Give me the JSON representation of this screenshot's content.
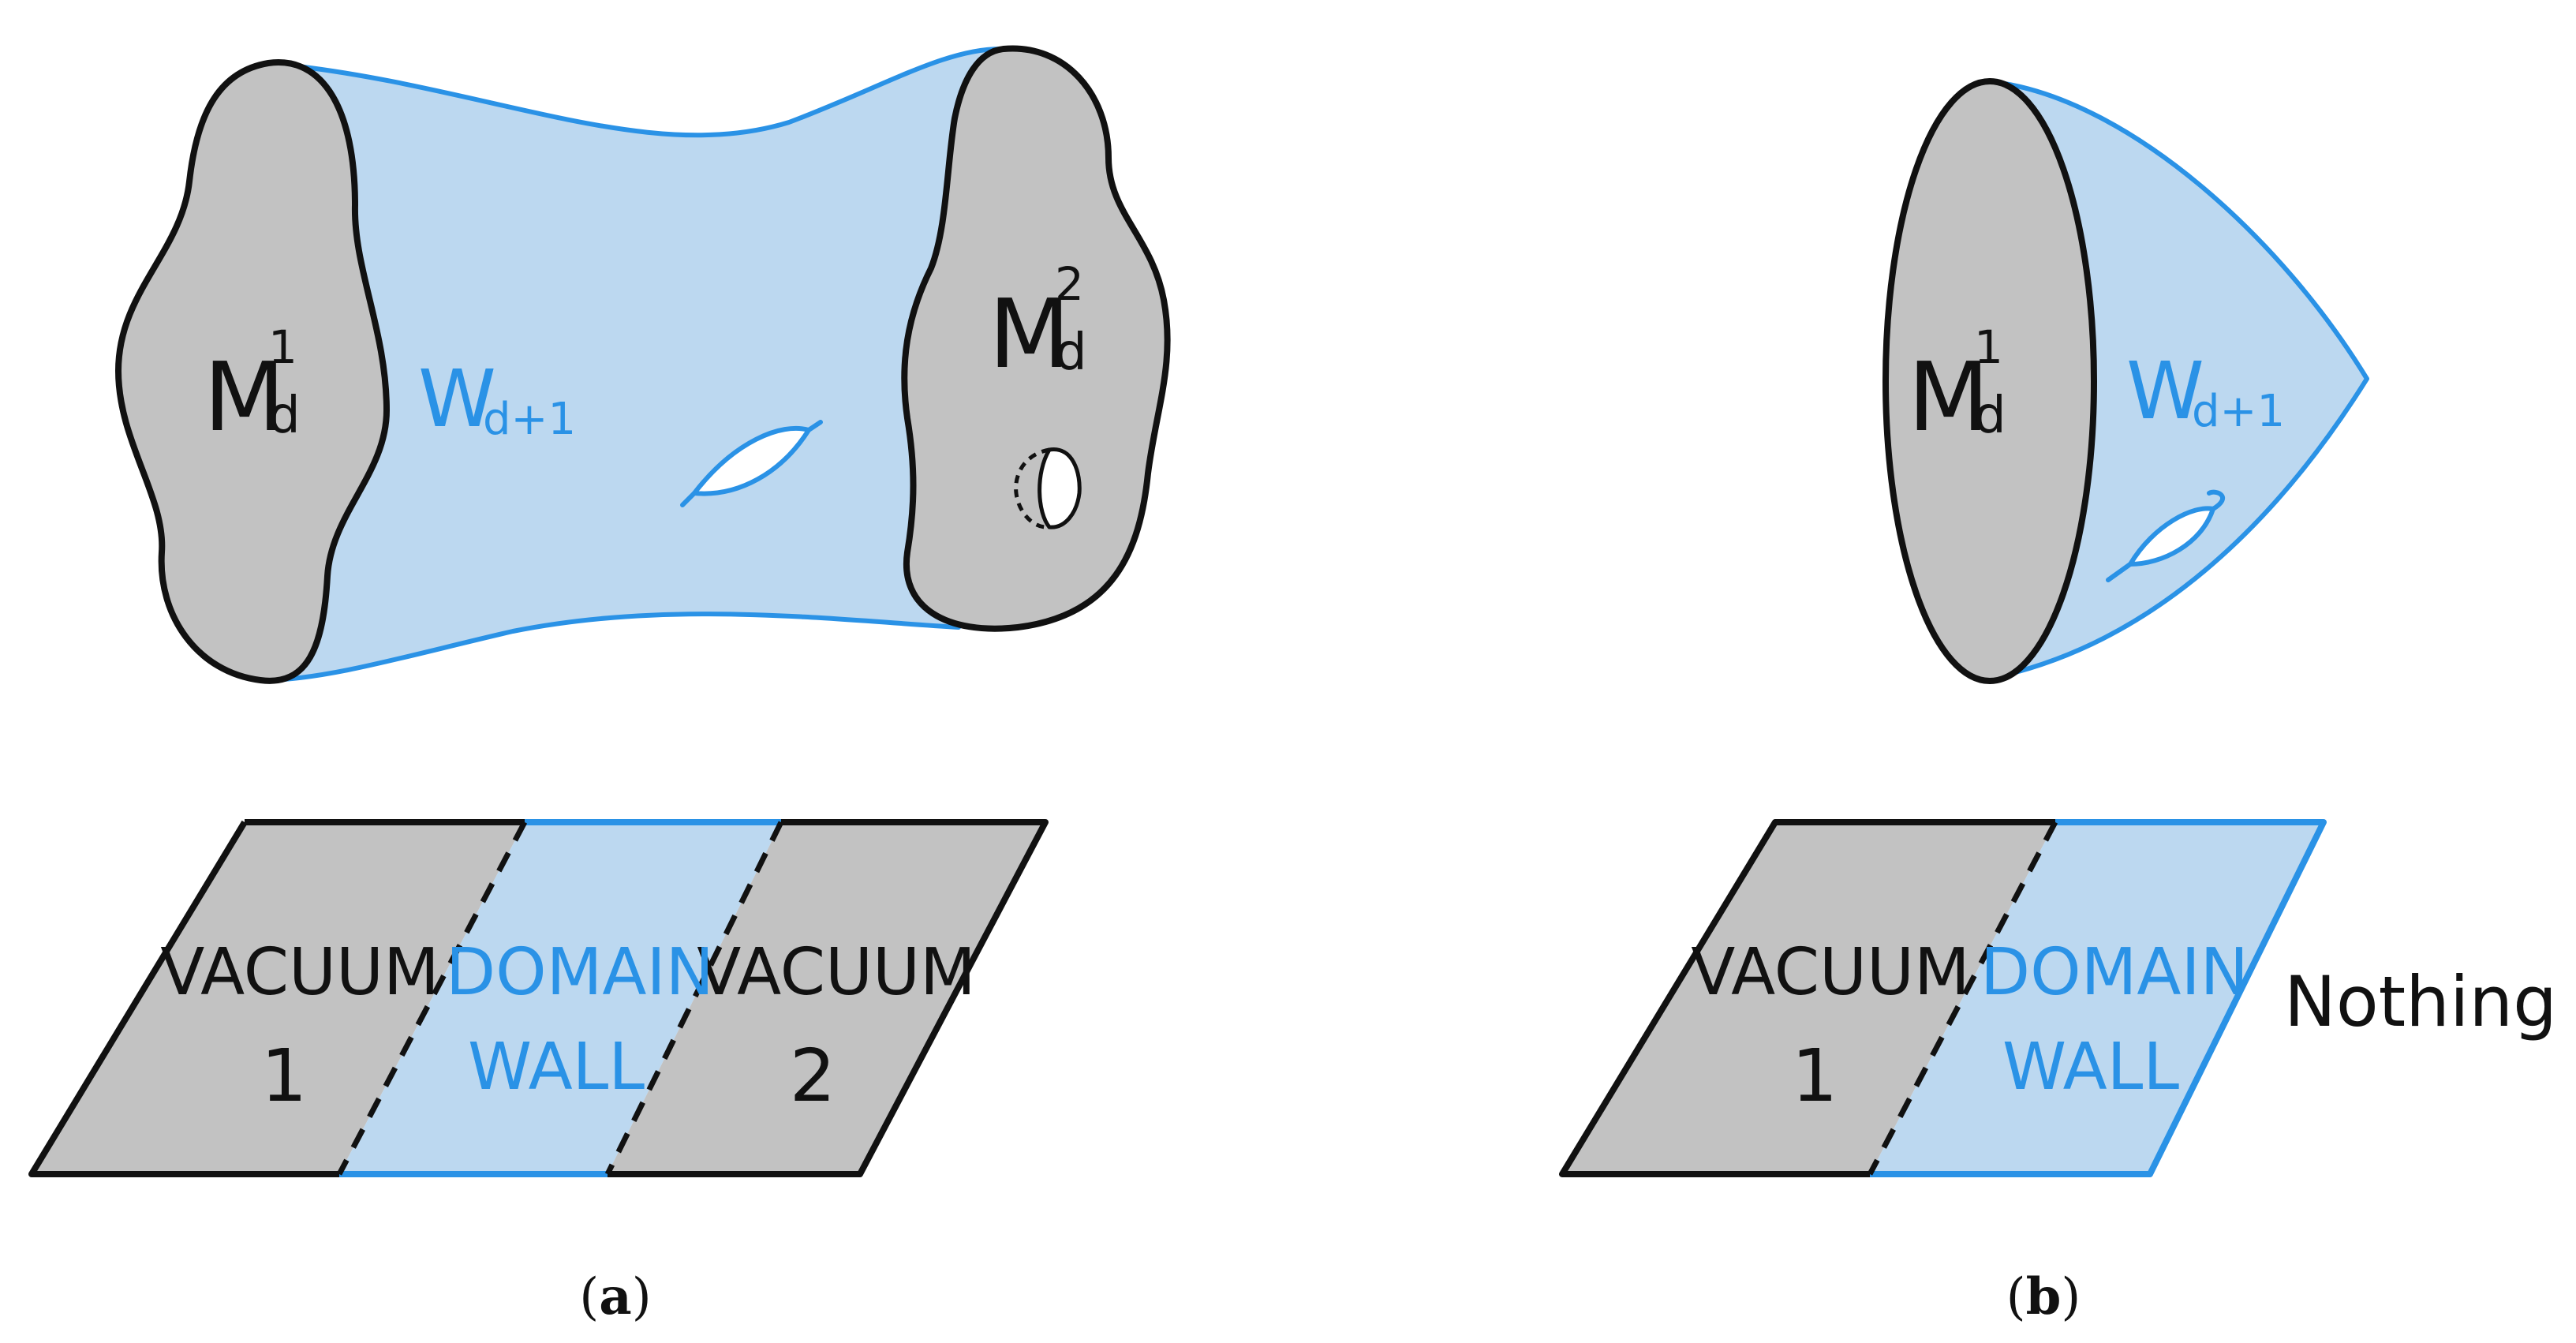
{
  "colors": {
    "gray_fill": "#c2c2c2",
    "blue_fill": "#bcd8f0",
    "blue_stroke": "#2a92e6",
    "ink": "#111111"
  },
  "panel_a": {
    "manifold_1": {
      "base": "M",
      "sup": "1",
      "sub": "d"
    },
    "manifold_2": {
      "base": "M",
      "sup": "2",
      "sub": "d"
    },
    "bulk": {
      "base": "W",
      "sub": "d+1"
    },
    "strip": {
      "vacuum_1": [
        "VACUUM",
        "1"
      ],
      "domain_wall": [
        "DOMAIN",
        "WALL"
      ],
      "vacuum_2": [
        "VACUUM",
        "2"
      ]
    },
    "caption": {
      "open": "(",
      "letter": "a",
      "close": ")"
    }
  },
  "panel_b": {
    "manifold_1": {
      "base": "M",
      "sup": "1",
      "sub": "d"
    },
    "bulk": {
      "base": "W",
      "sub": "d+1"
    },
    "strip": {
      "vacuum_1": [
        "VACUUM",
        "1"
      ],
      "domain_wall": [
        "DOMAIN",
        "WALL"
      ]
    },
    "nothing_label": "Nothing",
    "caption": {
      "open": "(",
      "letter": "b",
      "close": ")"
    }
  }
}
